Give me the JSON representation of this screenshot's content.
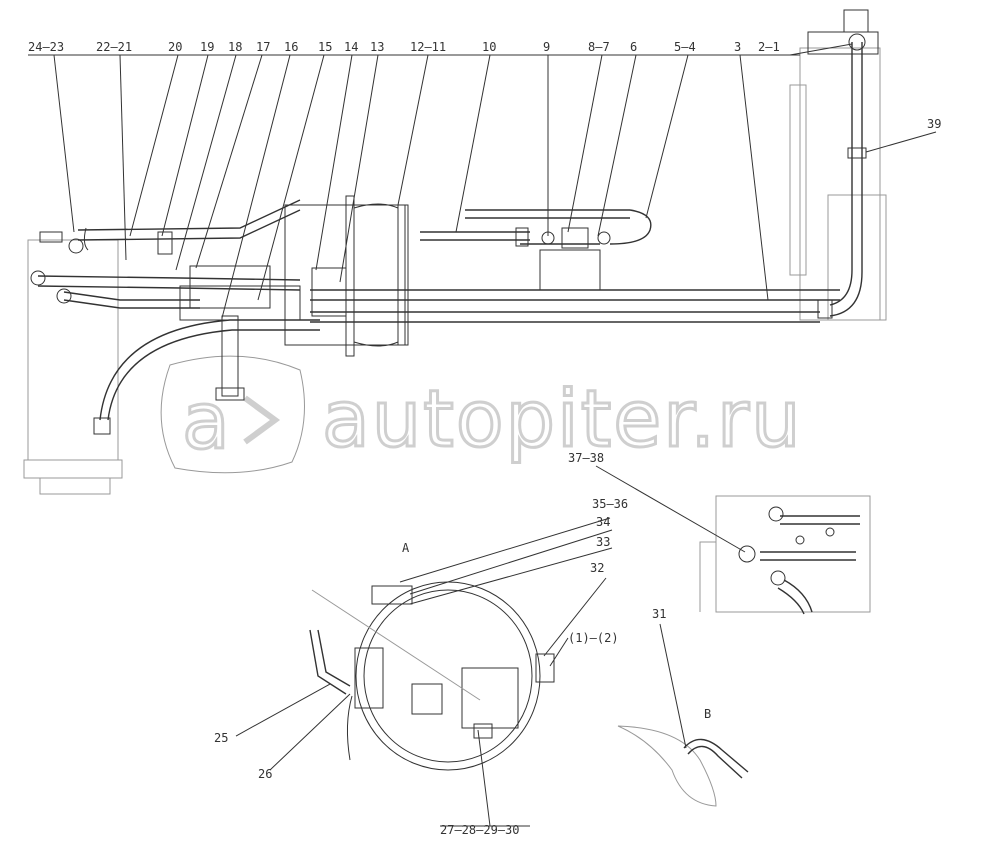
{
  "watermark": "autopiter.ru",
  "views": {
    "A": "A",
    "B": "B"
  },
  "labels_top": [
    "24—23",
    "22—21",
    "20",
    "19",
    "18",
    "17",
    "16",
    "15",
    "14",
    "13",
    "12—11",
    "10",
    "9",
    "8—7",
    "6",
    "5—4",
    "3",
    "2—1"
  ],
  "labels_side": {
    "l39": "39",
    "l37_38": "37—38"
  },
  "labels_detail": {
    "l35_36": "35—36",
    "l34": "34",
    "l33": "33",
    "l32": "32",
    "l1_2": "(1)—(2)",
    "l31": "31",
    "l25": "25",
    "l26": "26",
    "l27_30": "27—28—29—30"
  }
}
